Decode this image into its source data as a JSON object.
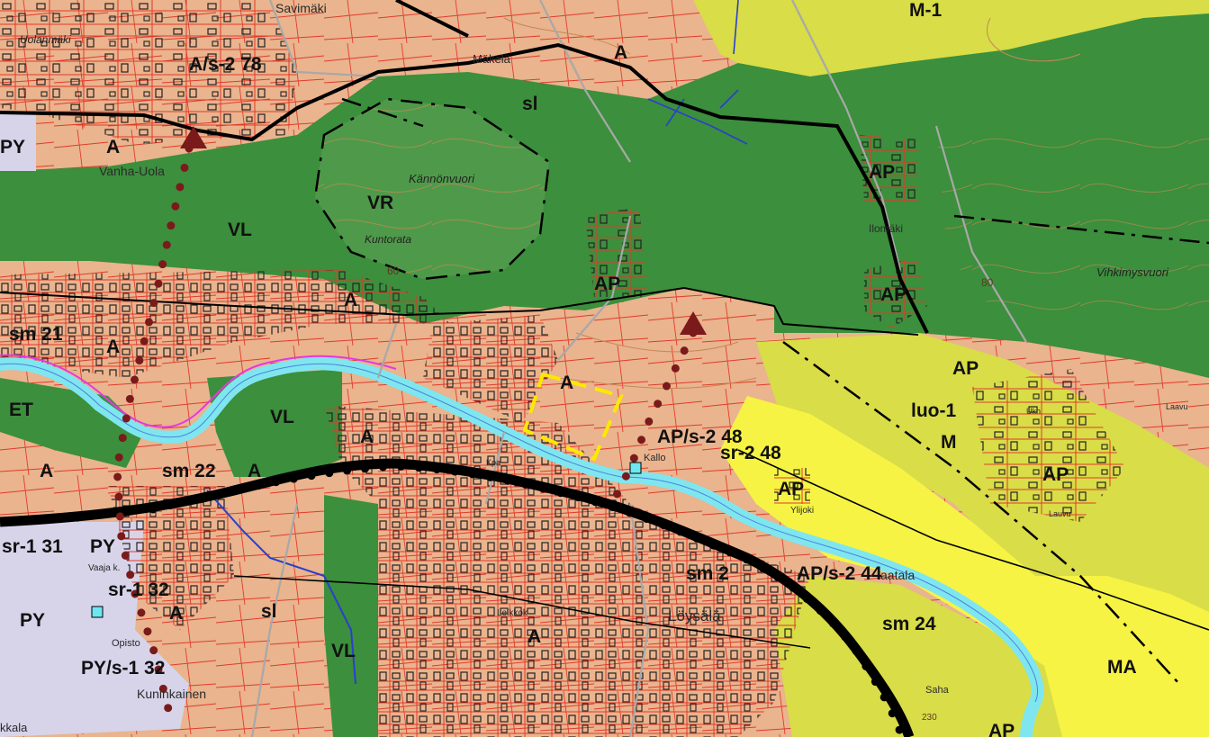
{
  "colors": {
    "residential": "#e9b48e",
    "green_area": "#3c8f3c",
    "recreation": "#4f9a4a",
    "agriculture": "#f6f345",
    "forestry": "#d8dd48",
    "public_services": "#d7d4ea",
    "river": "#7fe6ef",
    "plot_line": "#e23a2a",
    "road": "#000000",
    "route_dots": "#7a1a1a",
    "study_area": "#ffe800",
    "contour": "#c48a55",
    "house": "#222222"
  },
  "zone_labels": {
    "a_s2_78": "A/s-2 78",
    "a_top": "A",
    "sl_top": "sl",
    "m1": "M-1",
    "py_left": "PY",
    "a_left": "A",
    "ap_ilomaki": "AP",
    "vr": "VR",
    "vl_top": "VL",
    "ap_mid": "AP",
    "ap_right": "AP",
    "a_mid": "A",
    "sm21": "sm 21",
    "a_left2": "A",
    "ap_right2": "AP",
    "a_study": "A",
    "luo1": "luo-1",
    "et": "ET",
    "vl_mid": "VL",
    "a_river": "A",
    "aps248": "AP/s-2 48",
    "sr248": "sr-2 48",
    "m": "M",
    "a_sw": "A",
    "sm22": "sm 22",
    "a_small": "A",
    "ap_ylijoki": "AP",
    "ap_lauvu": "AP",
    "sr131": "sr-1 31",
    "py_2": "PY",
    "sr132": "sr-1 32",
    "sm2": "sm 2",
    "aps244": "AP/s-2 44",
    "py_3": "PY",
    "a_south": "A",
    "sl_south": "sl",
    "sm24": "sm 24",
    "a_center": "A",
    "ma": "MA",
    "pys132": "PY/s-1 32",
    "vl_south": "VL",
    "ap_bottom": "AP"
  },
  "place_names": {
    "savimaki": "Savimäki",
    "uolanmaki": "Uolanmäki",
    "makela": "Mäkelä",
    "vanha_uola": "Vanha-Uola",
    "kannonvuori": "Kännönvuori",
    "kuntorata": "Kuntorata",
    "ilomaki": "Ilomäki",
    "vihkimysvuori": "Vihkimysvuori",
    "kallo": "Kallo",
    "ylijoki": "Ylijoki",
    "vaajak": "Vaaja k.",
    "loysala": "Löysälä",
    "leikkok": "Leikkok",
    "opisto": "Opisto",
    "kuninkainen": "Kuninkainen",
    "kkala": "kkala",
    "saha": "Saha",
    "aatala": "aatala",
    "laavu": "Laavu",
    "kpa": "Kpa",
    "ukh": "Ukh",
    "lauvu": "Lauvu"
  },
  "contour_numbers": {
    "c60": "60",
    "c80": "80",
    "c230": "230"
  }
}
